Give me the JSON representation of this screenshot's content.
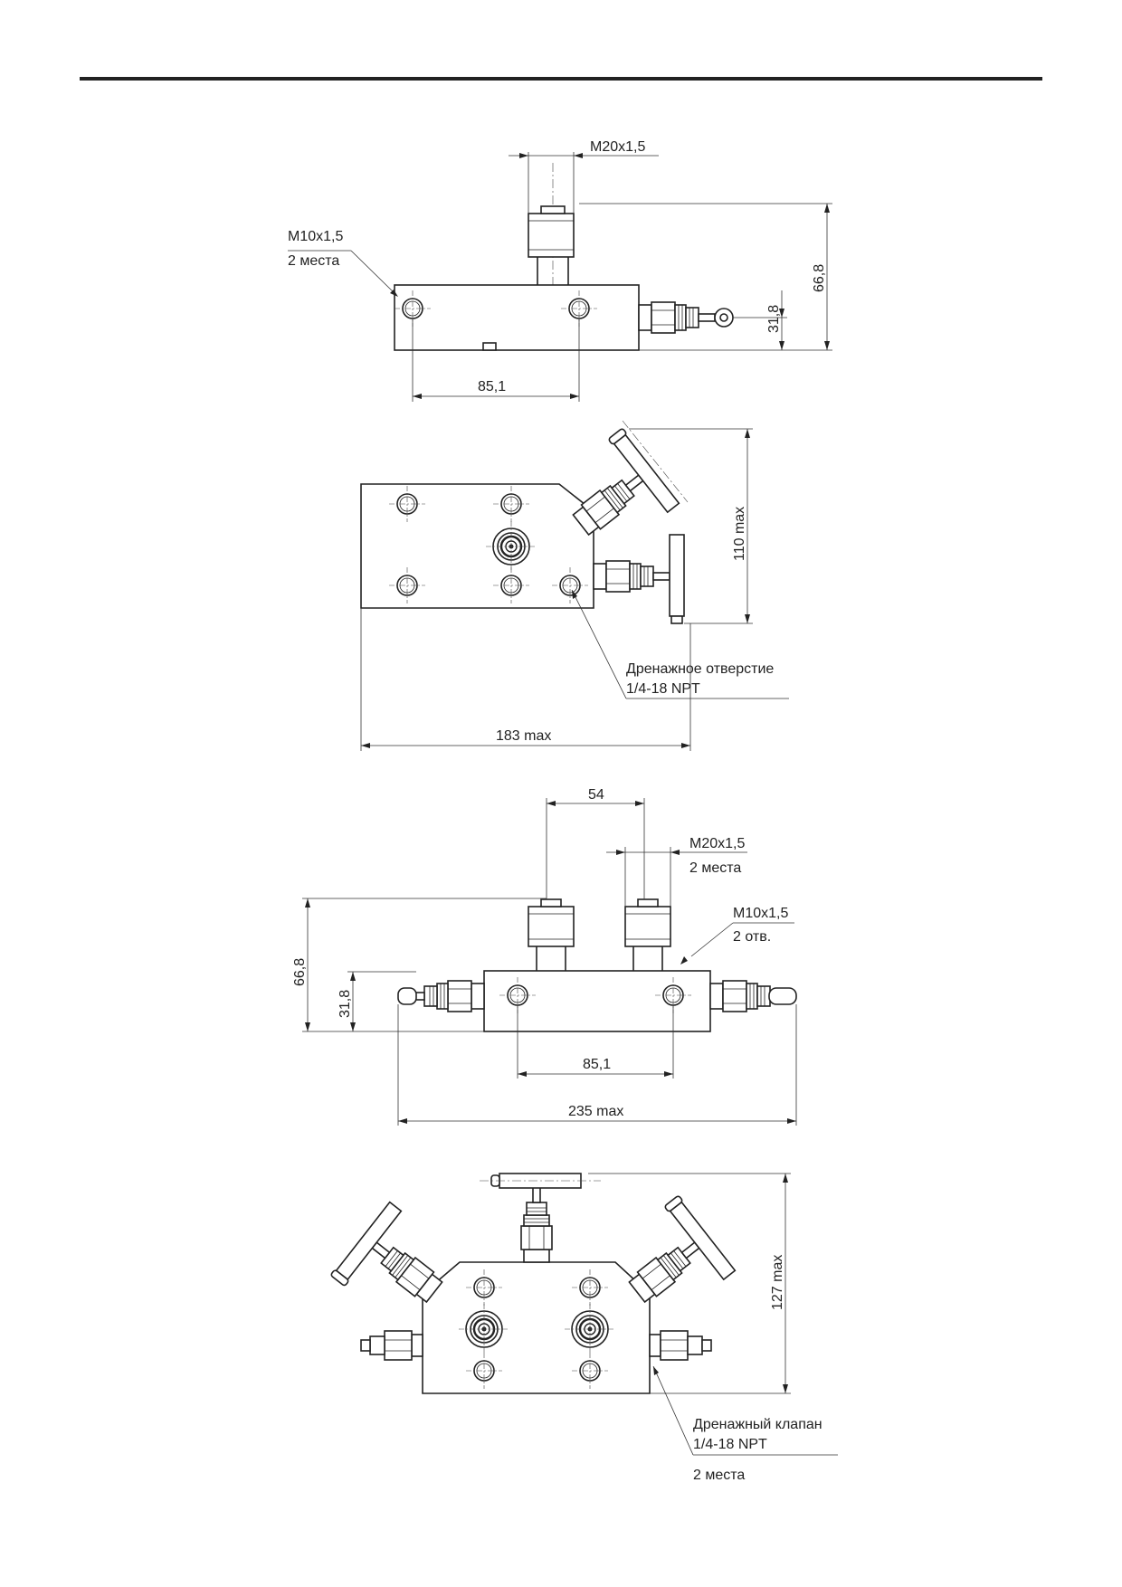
{
  "view1": {
    "thread_top": "M20x1,5",
    "thread_side_1": "M10x1,5",
    "thread_side_2": "2 места",
    "dim_height": "66,8",
    "dim_axis": "31,8",
    "dim_holes": "85,1"
  },
  "view2": {
    "dim_height": "110 max",
    "drain_1": "Дренажное отверстие",
    "drain_2": "1/4-18 NPT",
    "dim_width": "183 max"
  },
  "view3": {
    "dim_spacing": "54",
    "thread_top_1": "M20x1,5",
    "thread_top_2": "2 места",
    "thread_side_1": "M10x1,5",
    "thread_side_2": "2 отв.",
    "dim_height": "66,8",
    "dim_axis": "31,8",
    "dim_holes": "85,1",
    "dim_width": "235 max"
  },
  "view4": {
    "dim_height": "127 max",
    "drain_1": "Дренажный клапан",
    "drain_2": "1/4-18 NPT",
    "drain_3": "2 места"
  }
}
